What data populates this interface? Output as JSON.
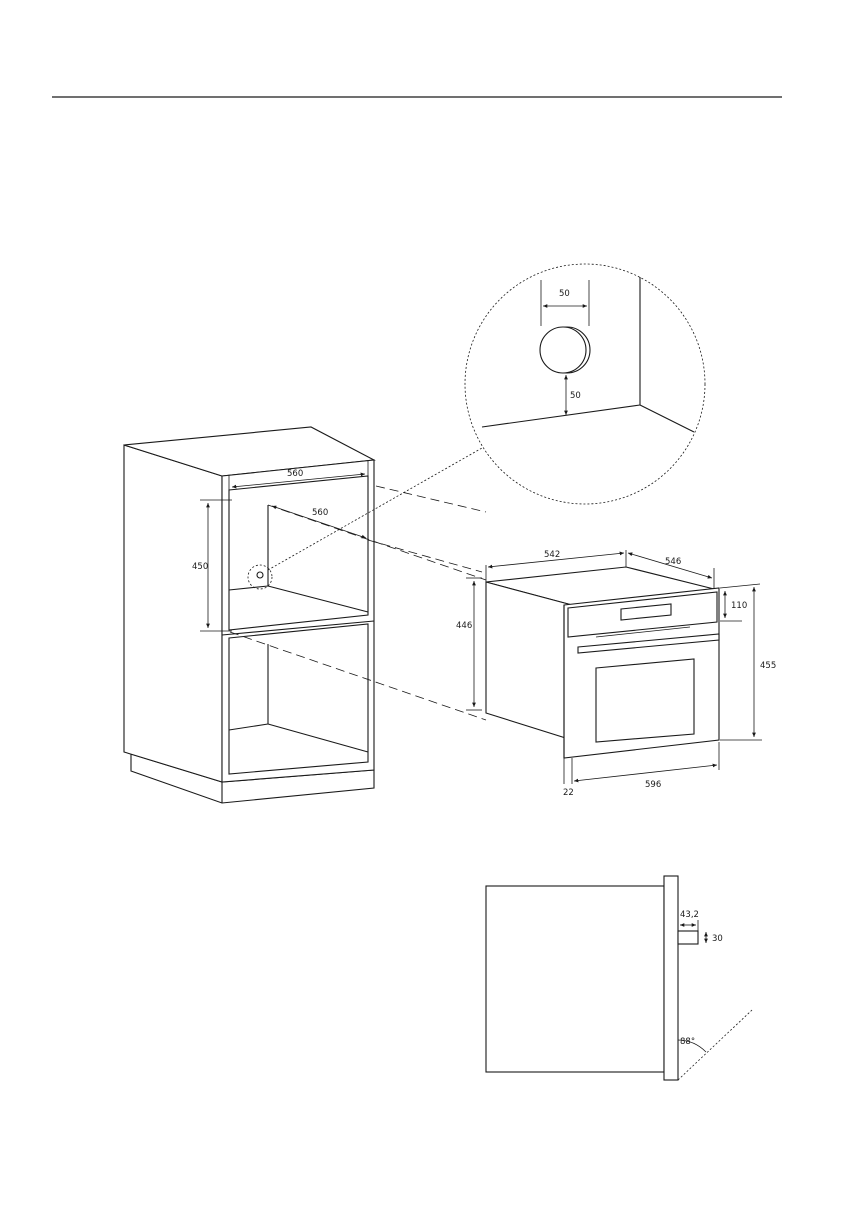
{
  "dimensions": {
    "cabinet_width": "560",
    "cabinet_depth": "560",
    "cabinet_height": "450",
    "socket_width": "50",
    "socket_offset": "50",
    "oven_depth": "542",
    "oven_side_depth": "546",
    "oven_body_height": "446",
    "panel_height": "110",
    "oven_total_height": "455",
    "front_thickness": "22",
    "oven_width": "596",
    "handle_depth": "43,2",
    "handle_height": "30",
    "door_angle": "88°"
  }
}
